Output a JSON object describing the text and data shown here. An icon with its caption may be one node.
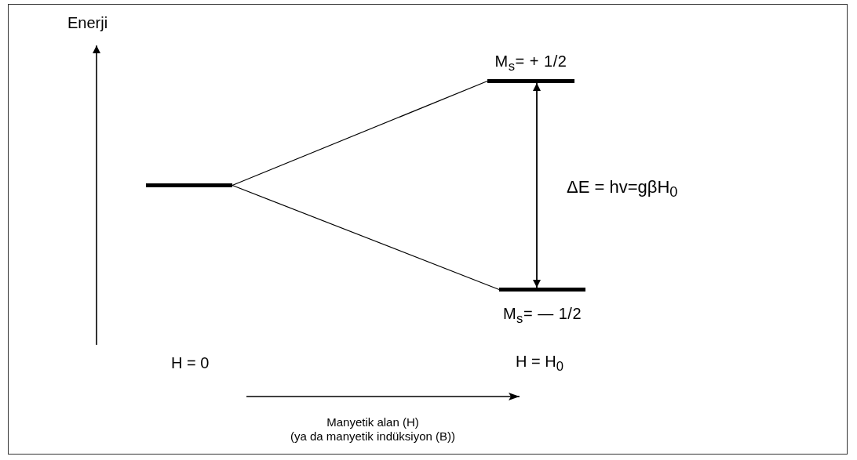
{
  "diagram": {
    "nodes": [
      {
        "text": [],
        "shape": "bar"
      },
      {
        "text": [
          "M$_{s}$= + 1/2"
        ]
      },
      {
        "text": [
          "M$_{s}$= — 1/2"
        ]
      }
    ],
    "edges": [
      {
        "from": 0,
        "to": 1,
        "arrow": "none"
      },
      {
        "from": 0,
        "to": 2,
        "arrow": "none"
      },
      {
        "from": 2,
        "to": 1,
        "arrow": "both",
        "label": "ΔE = hv=gβH$_{0}$"
      }
    ],
    "labels": [
      "Enerji",
      "H = 0",
      "H = H$_{0}$",
      "Manyetik alan (H)",
      "(ya da manyetik indüksiyon (B))"
    ]
  }
}
